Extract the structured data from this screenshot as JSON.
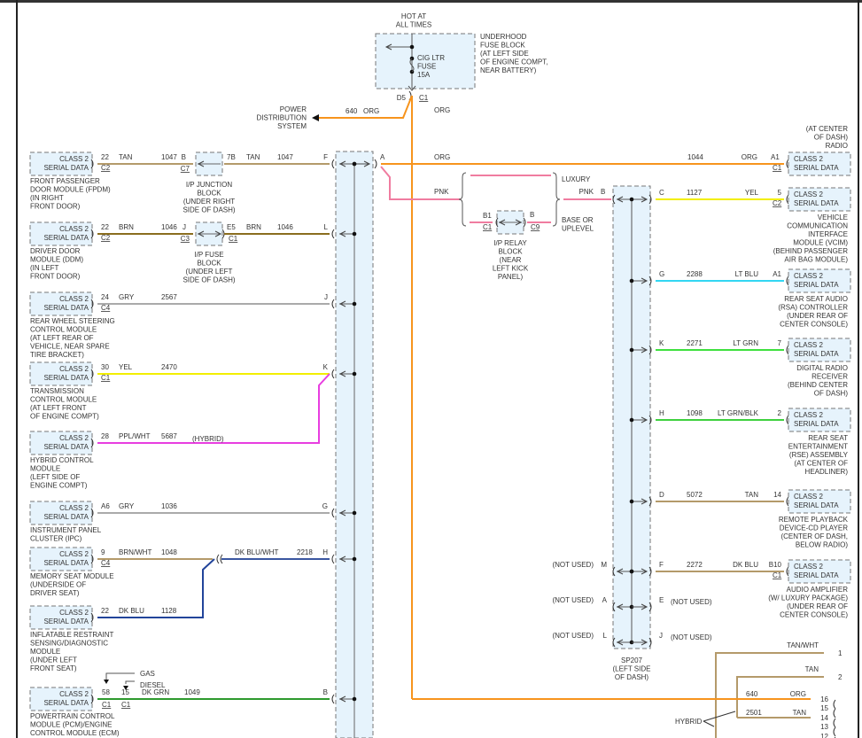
{
  "title": "Class 2 Serial Data Wiring Diagram",
  "fuse_block": {
    "supply": [
      "HOT AT",
      "ALL TIMES"
    ],
    "fuse": [
      "CIG LTR",
      "FUSE",
      "15A"
    ],
    "name": [
      "UNDERHOOD",
      "FUSE BLOCK",
      "(AT LEFT SIDE",
      "OF ENGINE COMPT,",
      "NEAR BATTERY)"
    ],
    "pin": "D5",
    "connector": "C1"
  },
  "power_distribution": {
    "label": [
      "POWER",
      "DISTRIBUTION",
      "SYSTEM"
    ],
    "circuit": "640",
    "color": "ORG"
  },
  "org_vertical_label": "ORG",
  "module_box_label": [
    "CLASS 2",
    "SERIAL DATA"
  ],
  "left_modules": [
    {
      "name": [
        "FRONT PASSENGER",
        "DOOR MODULE (FPDM)",
        "(IN RIGHT",
        "FRONT DOOR)"
      ],
      "pin": "22",
      "connector": "C2",
      "wire_color": "TAN",
      "circuit": "1047",
      "splice_pin": "F",
      "hex": "#b49a6a",
      "inline": {
        "name": [
          "I/P JUNCTION",
          "BLOCK",
          "(UNDER RIGHT",
          "SIDE OF DASH)"
        ],
        "in_pin": "B",
        "in_conn": "C7",
        "out_pin": "7B",
        "out_color": "TAN",
        "out_circuit": "1047"
      }
    },
    {
      "name": [
        "DRIVER DOOR",
        "MODULE (DDM)",
        "(IN LEFT",
        "FRONT DOOR)"
      ],
      "pin": "22",
      "connector": "C2",
      "wire_color": "BRN",
      "circuit": "1046",
      "splice_pin": "L",
      "hex": "#8a6d1e",
      "inline": {
        "name": [
          "I/P FUSE",
          "BLOCK",
          "(UNDER LEFT",
          "SIDE OF DASH)"
        ],
        "in_pin": "J",
        "in_conn": "C3",
        "out_pin": "E5",
        "out_conn": "C1",
        "out_color": "BRN",
        "out_circuit": "1046"
      }
    },
    {
      "name": [
        "REAR WHEEL STEERING",
        "CONTROL MODULE",
        "(AT LEFT REAR OF",
        "VEHICLE, NEAR SPARE",
        "TIRE BRACKET)"
      ],
      "pin": "24",
      "connector": "C4",
      "wire_color": "GRY",
      "circuit": "2567",
      "splice_pin": "J",
      "hex": "#aaaaaa"
    },
    {
      "name": [
        "TRANSMISSION",
        "CONTROL MODULE",
        "(AT LEFT FRONT",
        "OF ENGINE COMPT)"
      ],
      "pin": "30",
      "connector": "C1",
      "wire_color": "YEL",
      "circuit": "2470",
      "splice_pin": "K",
      "hex": "#f2ee00"
    },
    {
      "name": [
        "HYBRID CONTROL",
        "MODULE",
        "(LEFT SIDE OF",
        "ENGINE COMPT)"
      ],
      "pin": "28",
      "connector": "",
      "wire_color": "PPL/WHT",
      "circuit": "5687",
      "note": "(HYBRID)",
      "splice_pin": "",
      "hex": "#e83ee0"
    },
    {
      "name": [
        "INSTRUMENT PANEL",
        "CLUSTER (IPC)"
      ],
      "pin": "A6",
      "connector": "",
      "wire_color": "GRY",
      "circuit": "1036",
      "splice_pin": "G",
      "hex": "#aaaaaa"
    },
    {
      "name": [
        "MEMORY SEAT MODULE",
        "(UNDERSIDE OF",
        "DRIVER SEAT)"
      ],
      "pin": "9",
      "connector": "C4",
      "wire_color": "BRN/WHT",
      "circuit": "1048",
      "splice_pin": "H",
      "hex": "#b49a6a",
      "joined": {
        "color": "DK BLU/WHT",
        "circuit": "2218"
      }
    },
    {
      "name": [
        "INFLATABLE RESTRAINT",
        "SENSING/DIAGNOSTIC",
        "MODULE",
        "(UNDER LEFT",
        "FRONT SEAT)"
      ],
      "pin": "22",
      "connector": "",
      "wire_color": "DK BLU",
      "circuit": "1128",
      "splice_pin": "",
      "hex": "#22449a"
    },
    {
      "name": [
        "POWERTRAIN CONTROL",
        "MODULE (PCM)/ENGINE",
        "CONTROL MODULE (ECM)"
      ],
      "pin": "58",
      "connector": "C1",
      "pin2": "15",
      "connector2": "C1",
      "wire_color": "DK GRN",
      "circuit": "1049",
      "splice_pin": "B",
      "hex": "#2e9a2e",
      "variants": [
        "GAS",
        "DIESEL"
      ]
    }
  ],
  "center_splice": {
    "pin_a": "A",
    "a_color": "ORG",
    "pnk_label": "PNK"
  },
  "relay_block": {
    "luxury": "LUXURY",
    "base": [
      "BASE OR",
      "UPLEVEL"
    ],
    "name": [
      "I/P RELAY",
      "BLOCK",
      "(NEAR",
      "LEFT KICK",
      "PANEL)"
    ],
    "in_pin": "B1",
    "in_conn": "C1",
    "out_pin": "B",
    "out_conn": "C9",
    "out_color": "PNK",
    "splice_pin": "B"
  },
  "radio": {
    "name": [
      "(AT CENTER",
      "OF DASH)",
      "RADIO"
    ],
    "circuit": "1044",
    "wire_color": "ORG",
    "pin": "A1",
    "connector": "C1",
    "hex": "#f7941d"
  },
  "right_modules": [
    {
      "splice_pin": "C",
      "circuit": "1127",
      "wire_color": "YEL",
      "pin": "5",
      "connector": "C2",
      "hex": "#f2ee00",
      "name": [
        "VEHICLE",
        "COMMUNICATION",
        "INTERFACE",
        "MODULE (VCIM)",
        "(BEHIND PASSENGER",
        "AIR BAG MODULE)"
      ]
    },
    {
      "splice_pin": "G",
      "circuit": "2288",
      "wire_color": "LT BLU",
      "pin": "A1",
      "connector": "",
      "hex": "#33d6f2",
      "name": [
        "REAR SEAT AUDIO",
        "(RSA) CONTROLLER",
        "(UNDER REAR OF",
        "CENTER CONSOLE)"
      ]
    },
    {
      "splice_pin": "K",
      "circuit": "2271",
      "wire_color": "LT GRN",
      "pin": "7",
      "connector": "",
      "hex": "#3ee03e",
      "name": [
        "DIGITAL RADIO",
        "RECEIVER",
        "(BEHIND CENTER",
        "OF DASH)"
      ]
    },
    {
      "splice_pin": "H",
      "circuit": "1098",
      "wire_color": "LT GRN/BLK",
      "pin": "2",
      "connector": "",
      "hex": "#3ed03e",
      "name": [
        "REAR SEAT",
        "ENTERTAINMENT",
        "(RSE) ASSEMBLY",
        "(AT CENTER OF",
        "HEADLINER)"
      ]
    },
    {
      "splice_pin": "D",
      "circuit": "5072",
      "wire_color": "TAN",
      "pin": "14",
      "connector": "",
      "hex": "#b49a6a",
      "name": [
        "REMOTE PLAYBACK",
        "DEVICE-CD PLAYER",
        "(CENTER OF DASH,",
        "BELOW RADIO)"
      ]
    },
    {
      "splice_pin": "F",
      "circuit": "2272",
      "wire_color": "DK BLU",
      "pin": "B10",
      "connector": "C1",
      "hex": "#b49a6a",
      "name": [
        "AUDIO AMPLIFIER",
        "(W/ LUXURY PACKAGE)",
        "(UNDER REAR OF",
        "CENTER CONSOLE)"
      ]
    }
  ],
  "sp207": {
    "name": [
      "SP207",
      "(LEFT SIDE",
      "OF DASH)"
    ],
    "unused": [
      {
        "left_pin": "M",
        "left": "(NOT USED)",
        "right_pin": "F",
        "right": ""
      },
      {
        "left_pin": "A",
        "left": "(NOT USED)",
        "right_pin": "E",
        "right": "(NOT USED)"
      },
      {
        "left_pin": "L",
        "left": "(NOT USED)",
        "right_pin": "J",
        "right": "(NOT USED)"
      }
    ]
  },
  "bottom_connector": {
    "rows": [
      {
        "color": "TAN/WHT",
        "circuit": "",
        "pin": "1"
      },
      {
        "color": "TAN",
        "circuit": "",
        "pin": "2"
      },
      {
        "color": "ORG",
        "circuit": "640",
        "pin": "16"
      },
      {
        "color": "",
        "circuit": "",
        "pin": "15"
      },
      {
        "color": "TAN",
        "circuit": "2501",
        "pin": "14"
      },
      {
        "color": "",
        "circuit": "",
        "pin": "13"
      },
      {
        "color": "",
        "circuit": "",
        "pin": "12"
      }
    ],
    "hybrid_label": "HYBRID"
  }
}
